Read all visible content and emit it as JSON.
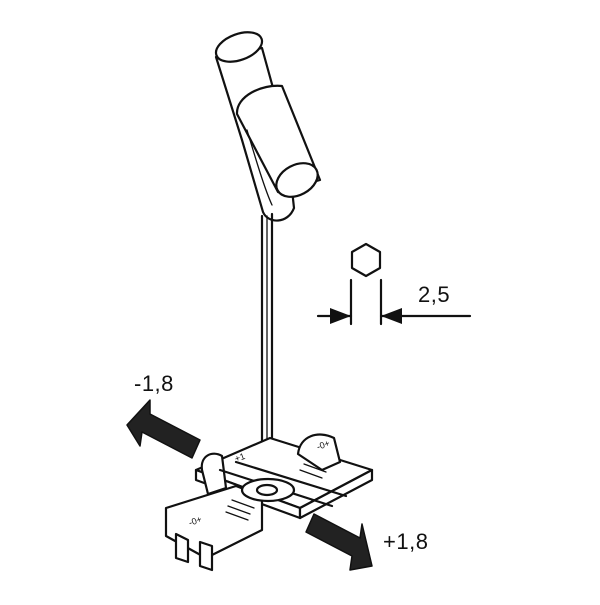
{
  "labels": {
    "hex_size": "2,5",
    "adjust_minus": "-1,8",
    "adjust_plus": "+1,8"
  },
  "scale_marks": {
    "back_left": "+1",
    "back_right": "-0+",
    "front": "-0+"
  },
  "colors": {
    "line": "#111111",
    "arrow": "#222222",
    "background": "#ffffff"
  }
}
